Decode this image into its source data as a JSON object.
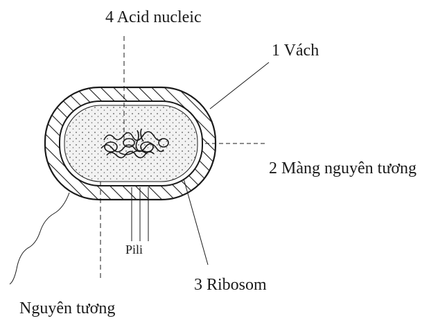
{
  "labels": {
    "acid_nucleic": "4 Acid nucleic",
    "vach": "1 Vách",
    "mang_nguyen_tuong": "2 Màng nguyên tương",
    "ribosom": "3 Ribosom",
    "pili": "Pili",
    "nguyen_tuong": "Nguyên tương"
  },
  "colors": {
    "ink": "#1a1a1a",
    "background": "#ffffff"
  }
}
